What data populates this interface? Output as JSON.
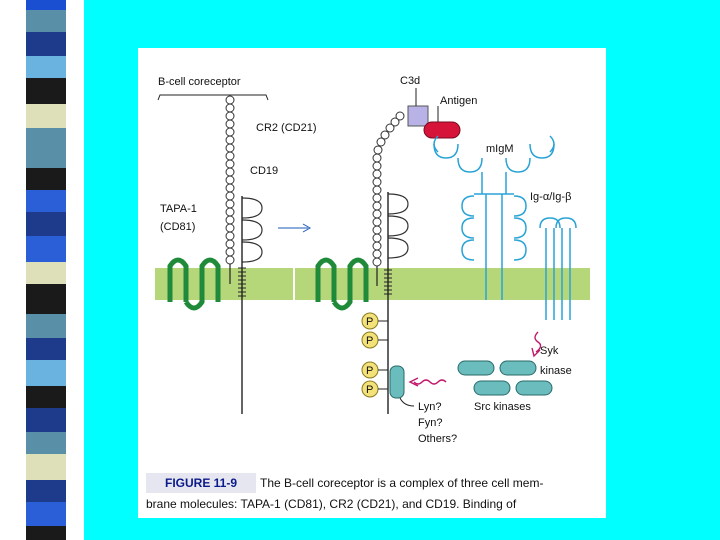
{
  "figure": {
    "labels": {
      "bcell_coreceptor": "B-cell coreceptor",
      "cr2": "CR2 (CD21)",
      "cd19": "CD19",
      "tapa1_line1": "TAPA-1",
      "tapa1_line2": "(CD81)",
      "c3d": "C3d",
      "antigen": "Antigen",
      "migm": "mIgM",
      "ig_ab": "Ig-α/Ig-β",
      "p": "P",
      "syk_line1": "Syk",
      "syk_line2": "kinase",
      "src_kinases": "Src kinases",
      "lyn": "Lyn?",
      "fyn": "Fyn?",
      "others": "Others?"
    },
    "caption": {
      "label": "FIGURE 11-9",
      "line1": "The B-cell coreceptor is a complex of three cell mem-",
      "line2": "brane molecules: TAPA-1 (CD81), CR2 (CD21), and CD19. Binding of"
    }
  },
  "colors": {
    "background": "#00ffff",
    "membrane": "#b5d77a",
    "tapa_green": "#1f8a3a",
    "igm_blue": "#29a3d6",
    "antigen_red": "#d6143a",
    "c3d_purple": "#b9b2e6",
    "phospho_yellow": "#f3e27a",
    "kinase_teal": "#6bbcbc",
    "arrow_magenta": "#c0186a"
  }
}
